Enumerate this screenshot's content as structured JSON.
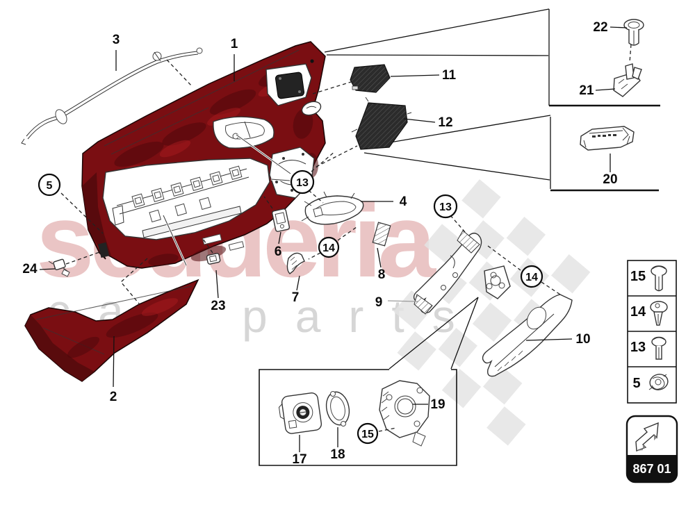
{
  "watermark": {
    "brand": "scuderia",
    "word1": "car",
    "word2": "parts"
  },
  "badge": {
    "code": "867 01"
  },
  "callouts": {
    "p1": "1",
    "p2": "2",
    "p3": "3",
    "p4": "4",
    "p5": "5",
    "p6": "6",
    "p7": "7",
    "p8": "8",
    "p9": "9",
    "p10": "10",
    "p11": "11",
    "p12": "12",
    "p13": "13",
    "p14": "14",
    "p15": "15",
    "p17": "17",
    "p18": "18",
    "p19": "19",
    "p20": "20",
    "p21": "21",
    "p22": "22",
    "p23": "23",
    "p24": "24"
  },
  "legend_table": {
    "rows": [
      {
        "num": "15",
        "icon": "pan-head-screw"
      },
      {
        "num": "14",
        "icon": "push-rivet"
      },
      {
        "num": "13",
        "icon": "flange-screw"
      },
      {
        "num": "5",
        "icon": "retaining-clip"
      }
    ]
  },
  "colors": {
    "panel_red": "#7a0e12",
    "panel_dark": "#540a0d",
    "watermark_red": "#c96a6a",
    "watermark_gray": "#cfcfcf",
    "flag_gray": "#e4e4e4",
    "line": "#111111"
  }
}
